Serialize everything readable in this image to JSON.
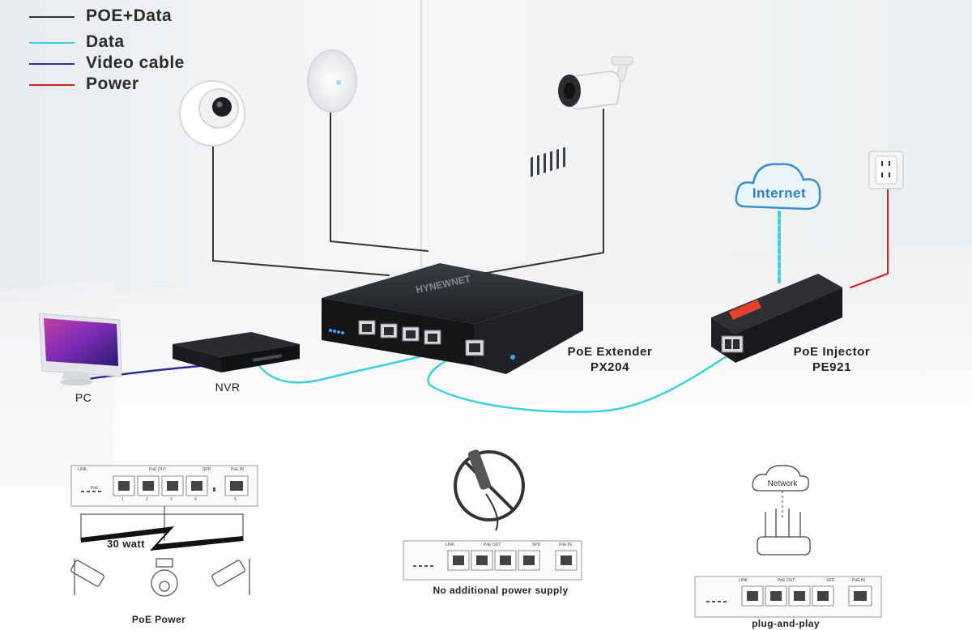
{
  "legend": [
    {
      "label": "POE+Data",
      "color": "#333333"
    },
    {
      "label": "Data",
      "color": "#3fd0dc"
    },
    {
      "label": "Video cable",
      "color": "#2b2f8f"
    },
    {
      "label": "Power",
      "color": "#d62020"
    }
  ],
  "devices": {
    "pc": "PC",
    "nvr": "NVR",
    "extender_name": "PoE Extender",
    "extender_model": "PX204",
    "injector_name": "PoE Injector",
    "injector_model": "PE921",
    "internet": "Internet",
    "brand": "HYNEWNET"
  },
  "switch_panel": {
    "link": "LINK",
    "poe_out": "PoE OUT",
    "spd": "SPD",
    "poe_in": "PoE IN",
    "poe": "PoE",
    "ports": [
      "1",
      "2",
      "3",
      "4",
      "5"
    ]
  },
  "features": {
    "watt": "30 watt",
    "poe_power": "PoE Power",
    "no_power": "No additional power supply",
    "plug_play": "plug-and-play",
    "network": "Network"
  },
  "colors": {
    "poe_data": "#333333",
    "data": "#3fd0dc",
    "video": "#2b2f8f",
    "power": "#d62020"
  }
}
